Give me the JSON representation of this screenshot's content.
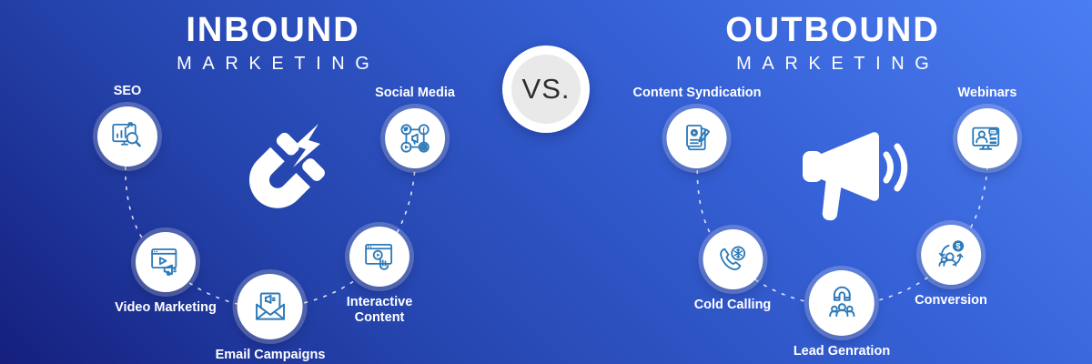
{
  "colors": {
    "bg-top": "#4b7df2",
    "bg-bottom": "#151f7e",
    "ic": "#2d7ab8",
    "ic-dark": "#1a5fa0",
    "vs-text": "#2e2e2e",
    "vs-inner": "#e9e9e9"
  },
  "vs_badge": {
    "label": "VS."
  },
  "inbound": {
    "title": "INBOUND",
    "subtitle": "MARKETING",
    "center_icon": "magnet-lightning-icon",
    "items": [
      {
        "label": "SEO",
        "icon": "seo-icon"
      },
      {
        "label": "Social Media",
        "icon": "social-media-icon"
      },
      {
        "label": "Video Marketing",
        "icon": "video-marketing-icon"
      },
      {
        "label": "Email Campaigns",
        "icon": "email-campaigns-icon"
      },
      {
        "label": "Interactive Content",
        "icon": "interactive-content-icon"
      }
    ]
  },
  "outbound": {
    "title": "OUTBOUND",
    "subtitle": "MARKETING",
    "center_icon": "megaphone-icon",
    "items": [
      {
        "label": "Content Syndication",
        "icon": "content-syndication-icon"
      },
      {
        "label": "Webinars",
        "icon": "webinars-icon"
      },
      {
        "label": "Cold Calling",
        "icon": "cold-calling-icon"
      },
      {
        "label": "Lead Genration",
        "icon": "lead-generation-icon"
      },
      {
        "label": "Conversion",
        "icon": "conversion-icon"
      }
    ]
  }
}
